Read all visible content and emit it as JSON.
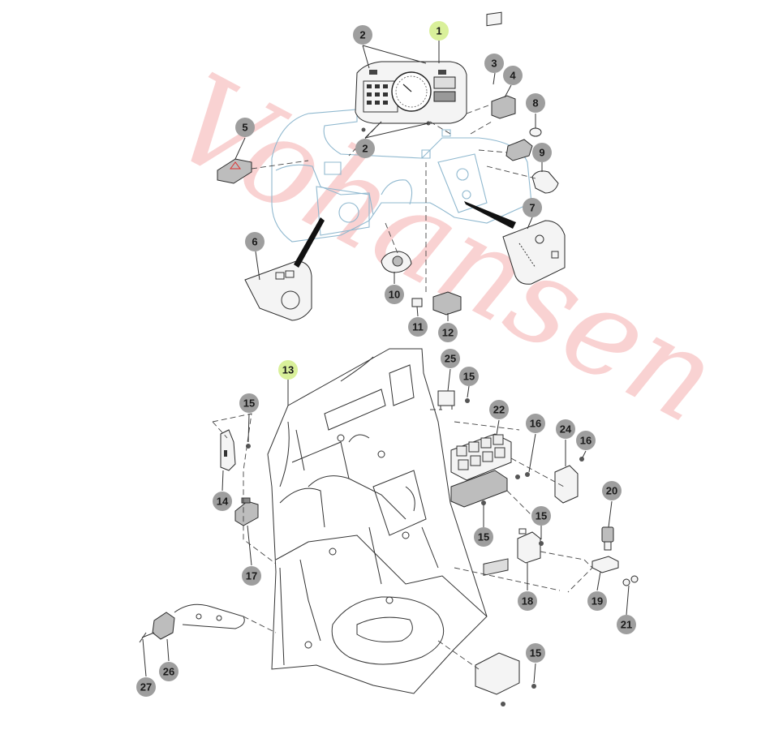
{
  "watermark": {
    "text": "Vohansen",
    "color": "#f08080"
  },
  "callouts": [
    {
      "id": "c1",
      "label": "1",
      "color": "#d9f09a"
    },
    {
      "id": "c2a",
      "label": "2",
      "color": "#9e9e9e"
    },
    {
      "id": "c2b",
      "label": "2",
      "color": "#9e9e9e"
    },
    {
      "id": "c3",
      "label": "3",
      "color": "#9e9e9e"
    },
    {
      "id": "c4",
      "label": "4",
      "color": "#9e9e9e"
    },
    {
      "id": "c5",
      "label": "5",
      "color": "#9e9e9e"
    },
    {
      "id": "c6",
      "label": "6",
      "color": "#9e9e9e"
    },
    {
      "id": "c7",
      "label": "7",
      "color": "#9e9e9e"
    },
    {
      "id": "c8",
      "label": "8",
      "color": "#9e9e9e"
    },
    {
      "id": "c9",
      "label": "9",
      "color": "#9e9e9e"
    },
    {
      "id": "c10",
      "label": "10",
      "color": "#9e9e9e"
    },
    {
      "id": "c11",
      "label": "11",
      "color": "#9e9e9e"
    },
    {
      "id": "c12",
      "label": "12",
      "color": "#9e9e9e"
    },
    {
      "id": "c13",
      "label": "13",
      "color": "#d9f09a"
    },
    {
      "id": "c14",
      "label": "14",
      "color": "#9e9e9e"
    },
    {
      "id": "c15a",
      "label": "15",
      "color": "#9e9e9e"
    },
    {
      "id": "c15b",
      "label": "15",
      "color": "#9e9e9e"
    },
    {
      "id": "c15c",
      "label": "15",
      "color": "#9e9e9e"
    },
    {
      "id": "c15d",
      "label": "15",
      "color": "#9e9e9e"
    },
    {
      "id": "c15e",
      "label": "15",
      "color": "#9e9e9e"
    },
    {
      "id": "c16a",
      "label": "16",
      "color": "#9e9e9e"
    },
    {
      "id": "c16b",
      "label": "16",
      "color": "#9e9e9e"
    },
    {
      "id": "c17",
      "label": "17",
      "color": "#9e9e9e"
    },
    {
      "id": "c18",
      "label": "18",
      "color": "#9e9e9e"
    },
    {
      "id": "c19",
      "label": "19",
      "color": "#9e9e9e"
    },
    {
      "id": "c20",
      "label": "20",
      "color": "#9e9e9e"
    },
    {
      "id": "c21",
      "label": "21",
      "color": "#9e9e9e"
    },
    {
      "id": "c22",
      "label": "22",
      "color": "#9e9e9e"
    },
    {
      "id": "c24",
      "label": "24",
      "color": "#9e9e9e"
    },
    {
      "id": "c25",
      "label": "25",
      "color": "#9e9e9e"
    },
    {
      "id": "c26",
      "label": "26",
      "color": "#9e9e9e"
    },
    {
      "id": "c27",
      "label": "27",
      "color": "#9e9e9e"
    }
  ]
}
